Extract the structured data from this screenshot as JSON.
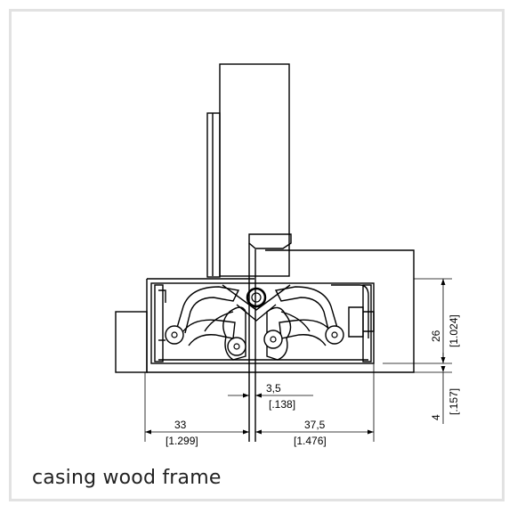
{
  "caption": "casing wood frame",
  "dimensions": {
    "gap_mm": "3,5",
    "gap_in": "[.138]",
    "left_mm": "33",
    "left_in": "[1.299]",
    "right_mm": "37,5",
    "right_in": "[1.476]",
    "height_mm": "26",
    "height_in": "[1.024]",
    "offset_mm": "4",
    "offset_in": "[.157]"
  }
}
